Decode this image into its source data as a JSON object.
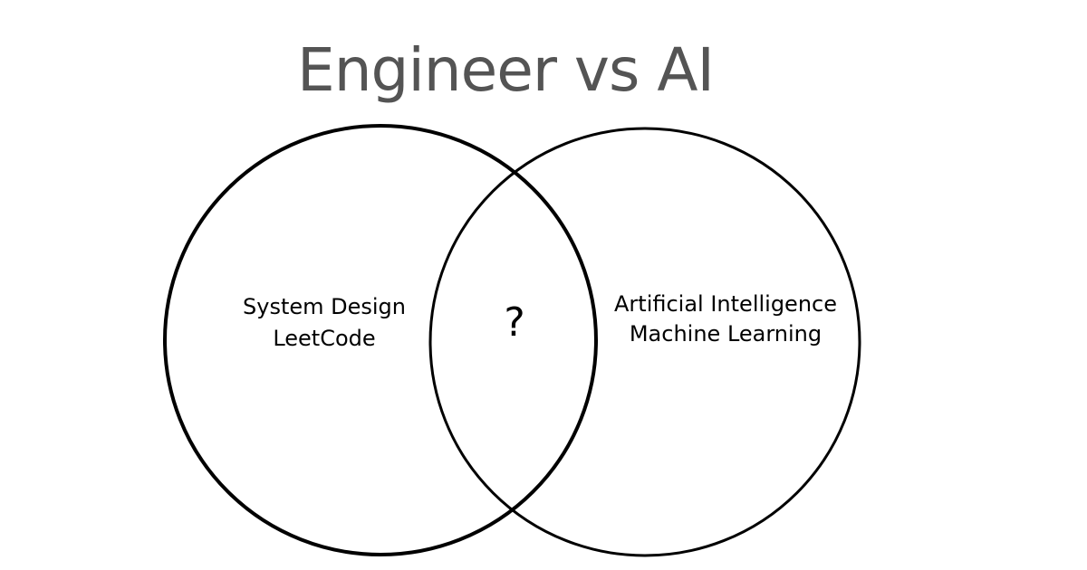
{
  "diagram": {
    "title": "Engineer vs AI",
    "left_circle": {
      "lines": [
        "System Design",
        "LeetCode"
      ]
    },
    "overlap": {
      "text": "?"
    },
    "right_circle": {
      "lines": [
        "Artificial Intelligence",
        "Machine Learning"
      ]
    },
    "colors": {
      "title": "#545454",
      "stroke": "#000000",
      "background": "#ffffff"
    }
  }
}
